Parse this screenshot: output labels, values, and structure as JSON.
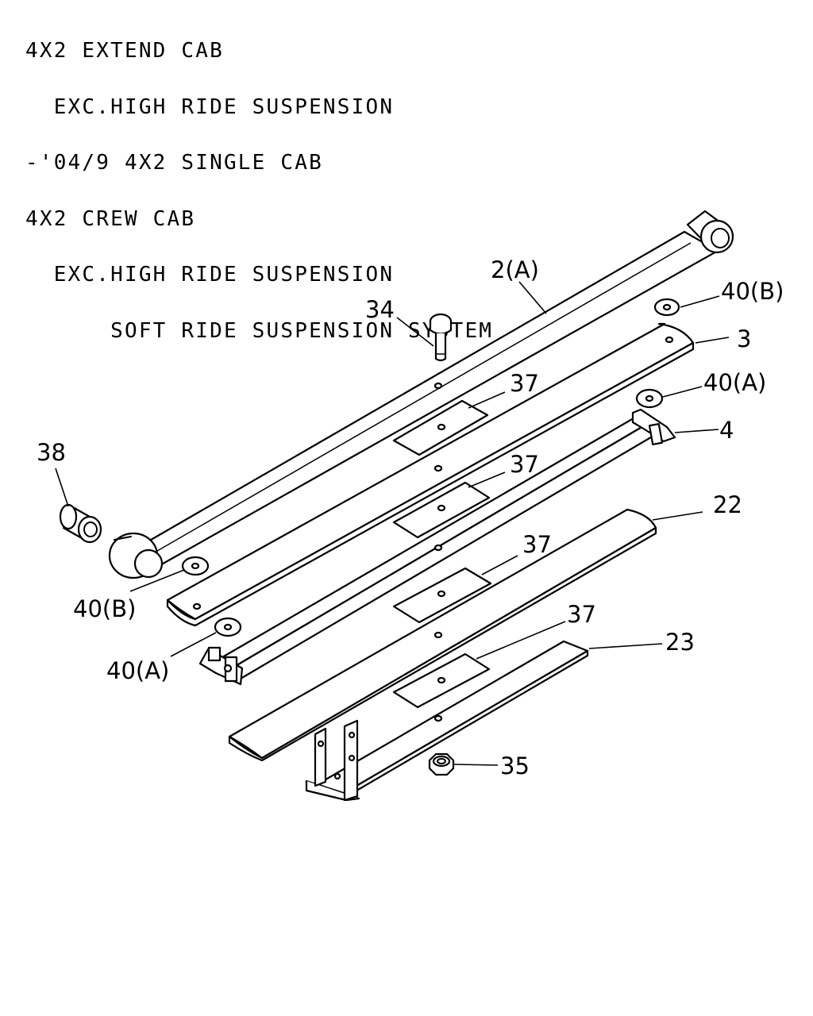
{
  "notes": [
    "4X2 EXTEND CAB",
    "  EXC.HIGH RIDE SUSPENSION",
    "-'04/9 4X2 SINGLE CAB",
    "4X2 CREW CAB",
    "  EXC.HIGH RIDE SUSPENSION",
    "      SOFT RIDE SUSPENSION SYSTEM"
  ],
  "callouts": {
    "leaf_main": "2(A)",
    "bolt": "34",
    "spacer_b_top": "40(B)",
    "leaf_2": "3",
    "pad_1": "37",
    "spacer_a_top": "40(A)",
    "leaf_3": "4",
    "pad_2": "37",
    "bushing": "38",
    "leaf_4": "22",
    "pad_3": "37",
    "spacer_b_bottom": "40(B)",
    "pad_4": "37",
    "leaf_5": "23",
    "spacer_a_bottom": "40(A)",
    "nut": "35"
  }
}
